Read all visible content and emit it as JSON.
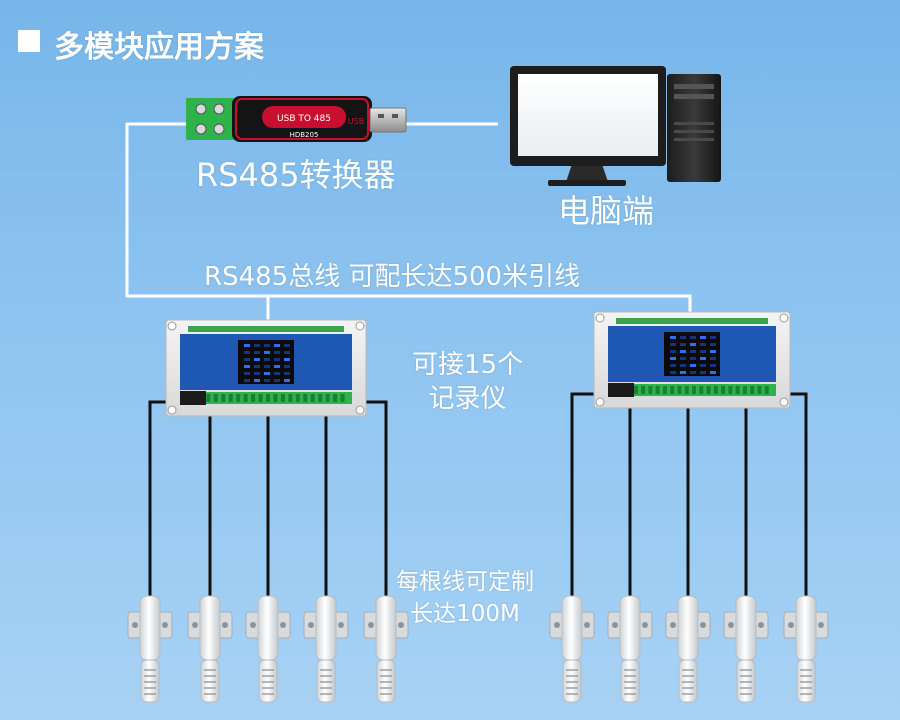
{
  "title": "多模块应用方案",
  "converter": {
    "label": "RS485转换器",
    "device_text": "USB TO 485",
    "model": "HDB205",
    "port_text": "USB"
  },
  "pc": {
    "label": "电脑端"
  },
  "bus": {
    "label": "RS485总线 可配长达500米引线"
  },
  "recorders": {
    "capacity_line1": "可接15个",
    "capacity_line2": "记录仪",
    "count": 2
  },
  "sensors": {
    "cable_line1": "每根线可定制",
    "cable_line2": "长达100M",
    "per_recorder": 5
  },
  "colors": {
    "background_top": "#77b6ea",
    "background_bottom": "#a7d2f5",
    "bus_line": "#ffffff",
    "sensor_cable": "#111111",
    "module_panel": "#1f57b5",
    "terminal_green": "#2db34a",
    "converter_red": "#c8102e"
  }
}
